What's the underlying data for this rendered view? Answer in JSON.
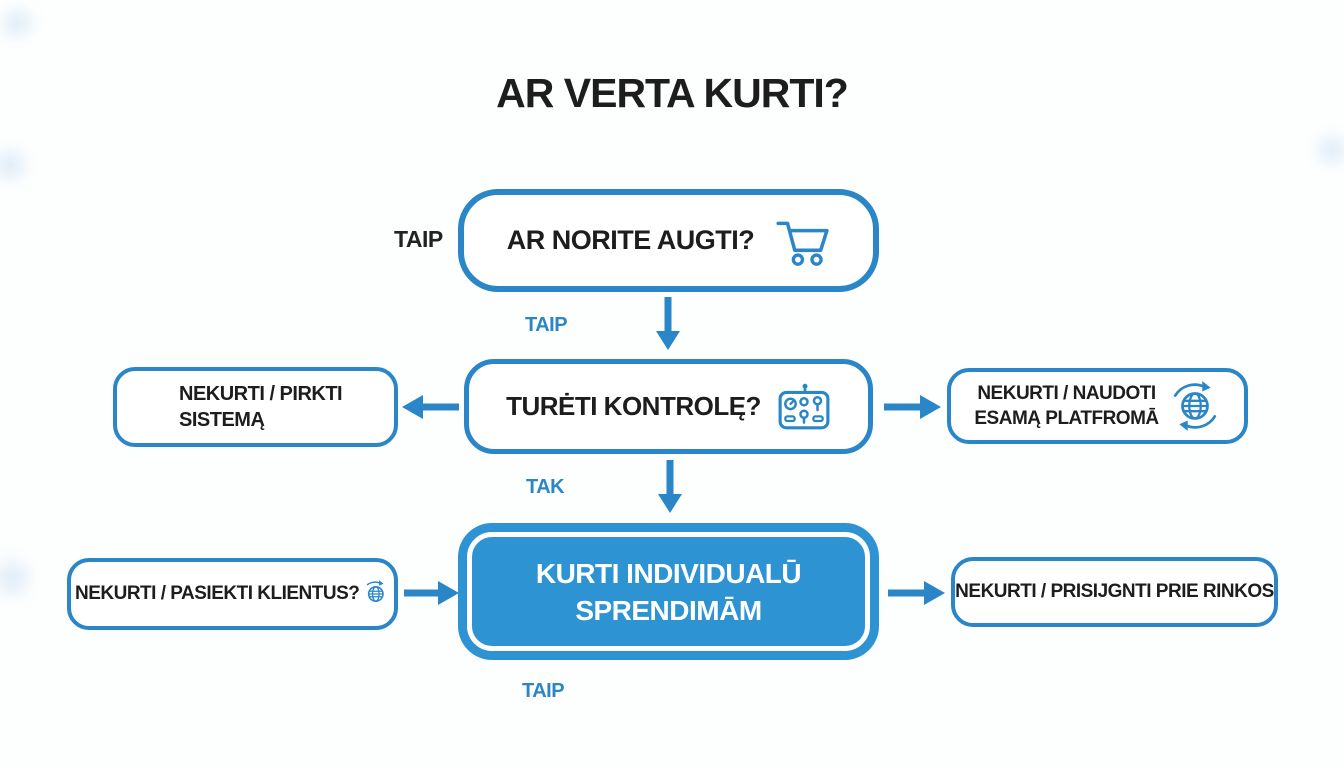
{
  "title": "AR VERTA KURTI?",
  "colors": {
    "accent": "#2b86c8",
    "box_fill": "#2d93d2",
    "text_dark": "#1d1d1d"
  },
  "flow": {
    "grow": {
      "label": "AR NORITE AUGTI?",
      "icon": "cart-icon",
      "left_label": "TAIP"
    },
    "edge_grow_control": {
      "label": "TAIP"
    },
    "control": {
      "label": "TURĖTI KONTROLĘ?",
      "icon": "controller-icon"
    },
    "buy": {
      "line1": "NEKURTI / PIRKTI",
      "line2": "SISTEMĄ"
    },
    "platform": {
      "line1": "NEKURTI / NAUDOTI",
      "line2": "ESAMĄ PLATFROMĀ",
      "icon": "globe-refresh-icon"
    },
    "edge_control_custom": {
      "label": "TAK"
    },
    "custom": {
      "line1": "KURTI INDIVIDUALŪ",
      "line2": "SPRENDIMĀM"
    },
    "clients": {
      "label": "NEKURTI / PASIEKTI KLIENTUS?",
      "icon": "globe-refresh-icon"
    },
    "market": {
      "label": "NEKURTI / PRISIJGNTI PRIE RINKOS"
    },
    "edge_custom_bottom": {
      "label": "TAIP"
    }
  }
}
